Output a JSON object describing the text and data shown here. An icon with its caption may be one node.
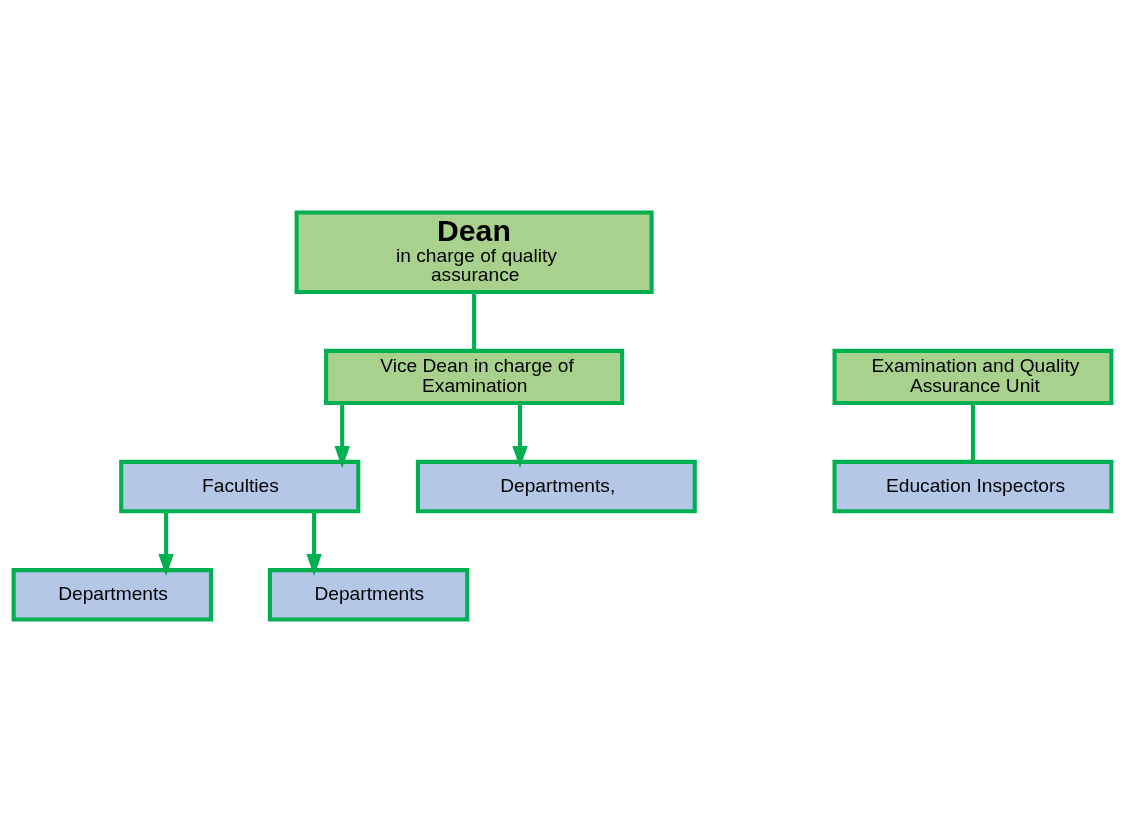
{
  "diagram": {
    "nodes": [
      {
        "text": [
          "Dean",
          "in charge of quality assurance"
        ]
      },
      {
        "text": [
          "Vice Dean in charge of Examination"
        ]
      },
      {
        "text": [
          "Examination and Quality Assurance Unit"
        ]
      },
      {
        "text": [
          "Education Inspectors"
        ]
      },
      {
        "text": [
          "Faculties"
        ]
      },
      {
        "text": [
          "Departments,"
        ]
      },
      {
        "text": [
          "Departments"
        ]
      },
      {
        "text": [
          "Departments"
        ]
      }
    ],
    "edges": [
      {
        "from": 0,
        "to": 1,
        "arrow": "none"
      },
      {
        "from": 2,
        "to": 3,
        "arrow": "none"
      },
      {
        "from": 1,
        "to": 4,
        "arrow": "to"
      },
      {
        "from": 1,
        "to": 5,
        "arrow": "to"
      },
      {
        "from": 4,
        "to": 6,
        "arrow": "to"
      },
      {
        "from": 4,
        "to": 7,
        "arrow": "to"
      }
    ]
  }
}
